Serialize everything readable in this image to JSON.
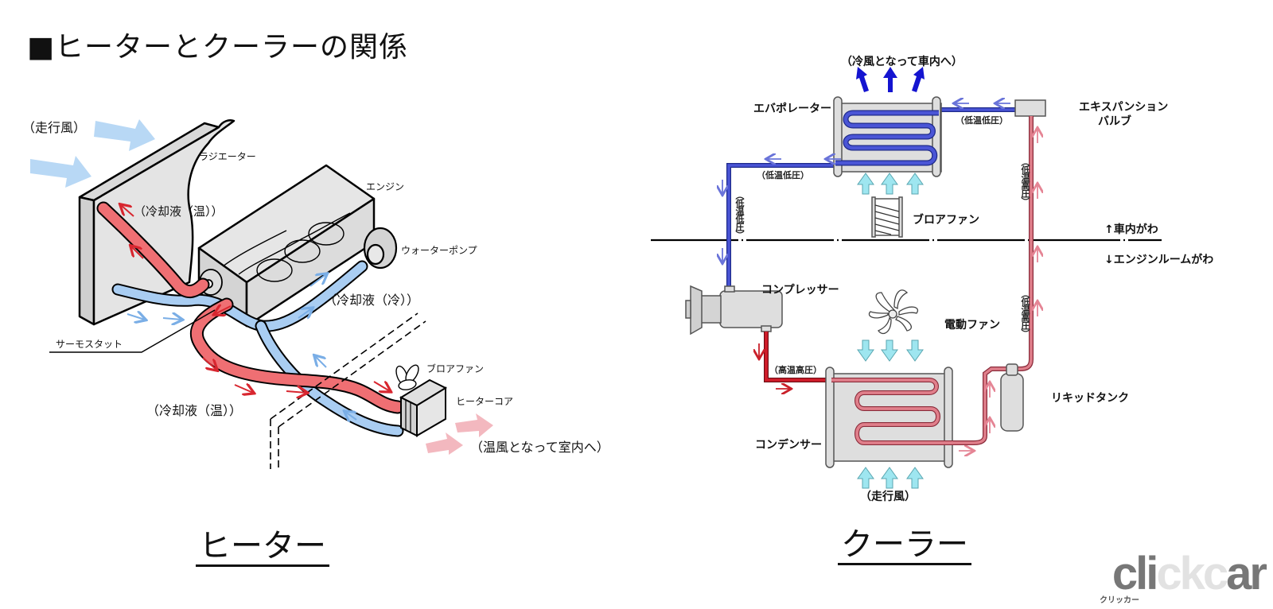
{
  "title": "■ヒーターとクーラーの関係",
  "heater": {
    "section_title": "ヒーター",
    "labels": {
      "running_wind": "（走行風）",
      "radiator": "ラジエーター",
      "engine": "エンジン",
      "coolant_hot_top": "（冷却液（温））",
      "water_pump": "ウォーターポンプ",
      "coolant_cold": "（冷却液（冷））",
      "thermostat": "サーモスタット",
      "coolant_hot_bottom": "（冷却液（温））",
      "blower_fan": "ブロアファン",
      "heater_core": "ヒーターコア",
      "warm_air": "（温風となって室内へ）"
    }
  },
  "cooler": {
    "section_title": "クーラー",
    "labels": {
      "cold_air": "（冷風となって車内へ）",
      "evaporator": "エバポレーター",
      "expansion_valve_1": "エキスパンション",
      "expansion_valve_2": "バルブ",
      "low_temp_low_press_top": "（低温低圧）",
      "low_temp_low_press_left": "（低温低圧）",
      "low_temp_low_press_vertical": "（低温低圧）",
      "low_temp_high_press_upper": "（低温高圧）",
      "low_temp_high_press_lower": "（低温高圧）",
      "blower_fan": "ブロアファン",
      "cabin_side": "↑車内がわ",
      "engine_room_side": "↓エンジンルームがわ",
      "compressor": "コンプレッサー",
      "electric_fan": "電動ファン",
      "high_temp_high_press": "（高温高圧）",
      "liquid_tank": "リキッドタンク",
      "condenser": "コンデンサー",
      "running_wind": "（走行風）"
    }
  },
  "watermark": {
    "logo_text_a": "cli",
    "logo_text_b": "ckc",
    "logo_text_c": "ar",
    "logo_sub": "クリッカー"
  },
  "colors": {
    "hot_pipe": "#ef6f73",
    "cold_pipe": "#a9cdf2",
    "refrigerant_low": "#4a55d6",
    "refrigerant_high": "#d01d2a",
    "refrigerant_highlow": "#e07f8b",
    "component_gray": "#dddddd",
    "air_arrow_cyan": "#9ee6f0",
    "cold_air_arrow": "#1414d0",
    "warm_air_arrow": "#f3b8bf",
    "wind_arrow": "#b8d8f5"
  }
}
